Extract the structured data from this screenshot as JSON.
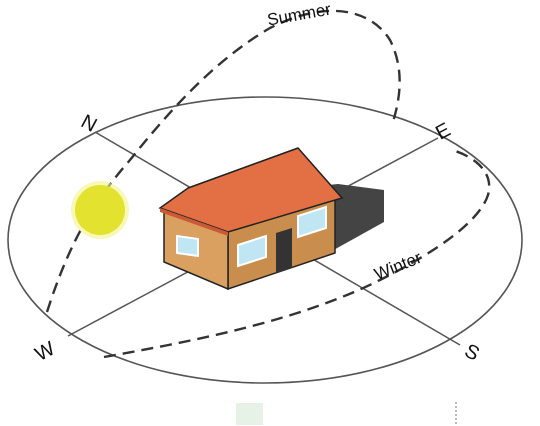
{
  "compass": {
    "north": "N",
    "east": "E",
    "south": "S",
    "west": "W"
  },
  "paths": {
    "summer": "Summer",
    "winter": "Winter"
  },
  "icons": {
    "sun": "sun-icon",
    "house": "house-icon"
  },
  "colors": {
    "sun": "#e2e22f",
    "sun_glow": "#f3f38a",
    "roof": "#e36f45",
    "roof_dark": "#c95a35",
    "wall_front": "#d9a060",
    "wall_side": "#c98d4d",
    "window": "#bfe6f2",
    "shadow": "#444444",
    "outline": "#222222",
    "line": "#555555"
  }
}
